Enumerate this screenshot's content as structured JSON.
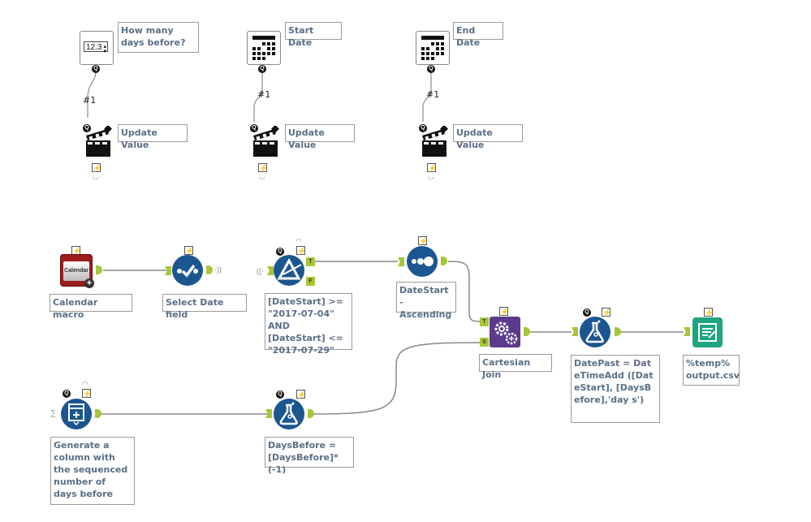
{
  "interface_tools": [
    {
      "id": "numeric-updown",
      "label": "How many days before?",
      "icon": "numeric-updown-icon",
      "icon_text": "12.3",
      "connection": "#1",
      "action_label": "Update Value"
    },
    {
      "id": "start-date",
      "label": "Start Date",
      "icon": "date-picker-icon",
      "connection": "#1",
      "action_label": "Update Value"
    },
    {
      "id": "end-date",
      "label": "End Date",
      "icon": "date-picker-icon",
      "connection": "#1",
      "action_label": "Update Value"
    }
  ],
  "workflow_tools": {
    "calendar": {
      "label": "Calendar macro",
      "icon_text": "Calendar",
      "icon": "calendar-macro-icon"
    },
    "select": {
      "label": "Select Date field",
      "icon": "select-checkmark-icon"
    },
    "filter": {
      "label": "[DateStart] >= \"2017-07-04\" AND [DateStart] <= \"2017-07-29\"",
      "icon": "filter-triangle-icon",
      "anchor_true": "T",
      "anchor_false": "F"
    },
    "sort": {
      "label": "DateStart - Ascending",
      "icon": "sort-dots-icon"
    },
    "join": {
      "label": "Cartesian Join",
      "icon": "append-fields-gears-icon",
      "anchor_target": "T",
      "anchor_source": "S"
    },
    "formula_datepast": {
      "label": "DatePast = DateTimeAdd ([DateStart], [DaysBefore],'day s')",
      "icon": "formula-flask-icon"
    },
    "output": {
      "label": "%temp% output.csv",
      "icon": "output-data-icon"
    },
    "generate_rows": {
      "label": "Generate a column with the sequenced number of days before",
      "icon": "generate-rows-icon"
    },
    "formula_daysbefore": {
      "label": "DaysBefore = [DaysBefore]*(-1)",
      "icon": "formula-flask-icon"
    }
  },
  "badges": {
    "q": "Q",
    "bolt": "⚡"
  },
  "colors": {
    "tool_blue": "#1c5690",
    "join_purple": "#5b3a8e",
    "output_teal": "#1fa57f",
    "anchor_green": "#a7c63a",
    "label_text": "#5a6f86",
    "calendar_red": "#9e1c1c"
  }
}
